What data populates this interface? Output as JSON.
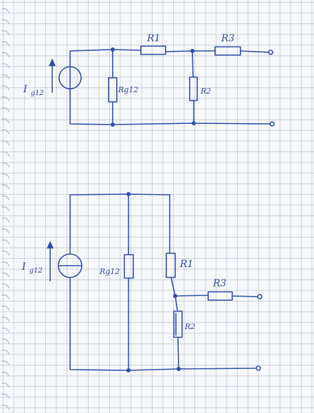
{
  "diagram_top": {
    "source_label": "Ig12",
    "labels": {
      "rg": "Rg12",
      "r1": "R1",
      "r2": "R2",
      "r3": "R3"
    }
  },
  "diagram_bottom": {
    "source_label": "Ig12",
    "labels": {
      "rg": "Rg12",
      "r1": "R1",
      "r2": "R2",
      "r3": "R3"
    }
  },
  "colors": {
    "ink": "#2d4fa6",
    "paper": "#f6f7fa",
    "grid": "#8393b4"
  }
}
